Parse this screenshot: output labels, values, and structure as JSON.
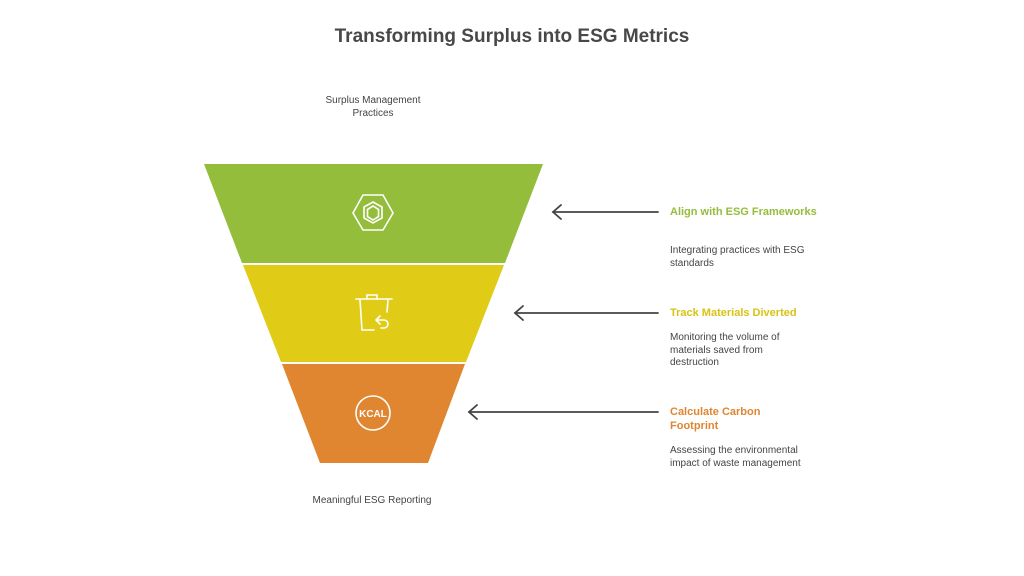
{
  "title": "Transforming Surplus into ESG Metrics",
  "top_label": "Surplus Management Practices",
  "bottom_label": "Meaningful ESG Reporting",
  "stages": [
    {
      "heading": "Align with ESG Frameworks",
      "description": "Integrating practices with ESG standards",
      "color": "#94bd3b",
      "icon": "hexagon-icon"
    },
    {
      "heading": "Track Materials Diverted",
      "description": "Monitoring the volume of materials saved from destruction",
      "color": "#e0cb17",
      "icon": "trash-return-icon"
    },
    {
      "heading": "Calculate Carbon Footprint",
      "description": "Assessing the environmental impact of waste management",
      "color": "#e08530",
      "icon": "kcal-icon",
      "icon_text": "KCAL"
    }
  ]
}
